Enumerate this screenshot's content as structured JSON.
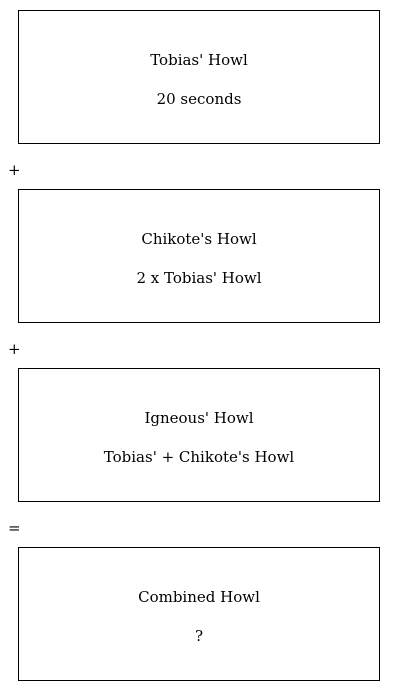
{
  "boxes": [
    {
      "title": "Tobias' Howl",
      "value": "20 seconds"
    },
    {
      "title": "Chikote's Howl",
      "value": "2 x Tobias' Howl"
    },
    {
      "title": "Igneous' Howl",
      "value": "Tobias' + Chikote's Howl"
    },
    {
      "title": "Combined Howl",
      "value": "?"
    }
  ],
  "operators": [
    "+",
    "+",
    "="
  ]
}
